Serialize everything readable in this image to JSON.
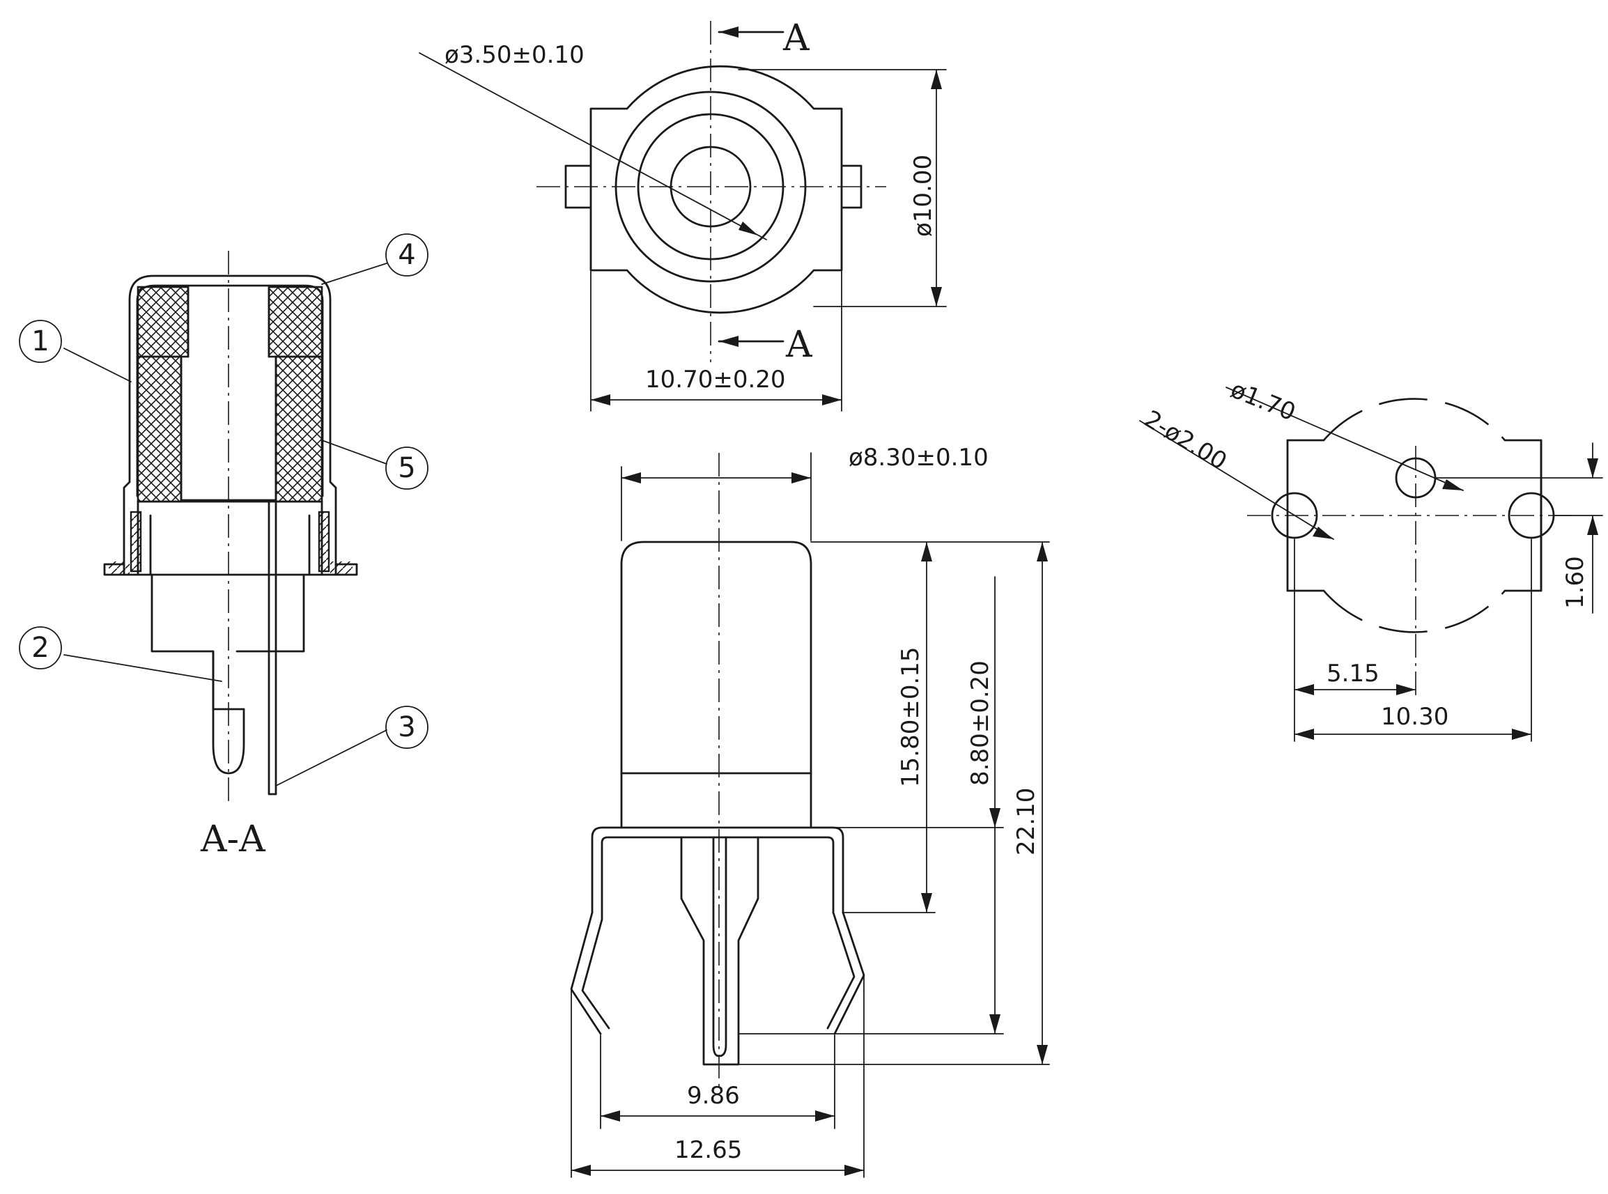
{
  "section_marker": "A",
  "section_title": "A-A",
  "callouts": [
    "1",
    "2",
    "3",
    "4",
    "5"
  ],
  "top_view": {
    "hole_dia": "ø3.50±0.10",
    "outer_dia": "ø10.00",
    "width": "10.70±0.20"
  },
  "front_view": {
    "body_dia": "ø8.30±0.10",
    "body_height": "15.80±0.15",
    "pin_length": "8.80±0.20",
    "total_height": "22.10",
    "leg_inner": "9.86",
    "leg_outer": "12.65"
  },
  "footprint": {
    "pin_dia": "ø1.70",
    "hole_dia": "2-ø2.00",
    "offset": "1.60",
    "half_span": "5.15",
    "span": "10.30"
  }
}
